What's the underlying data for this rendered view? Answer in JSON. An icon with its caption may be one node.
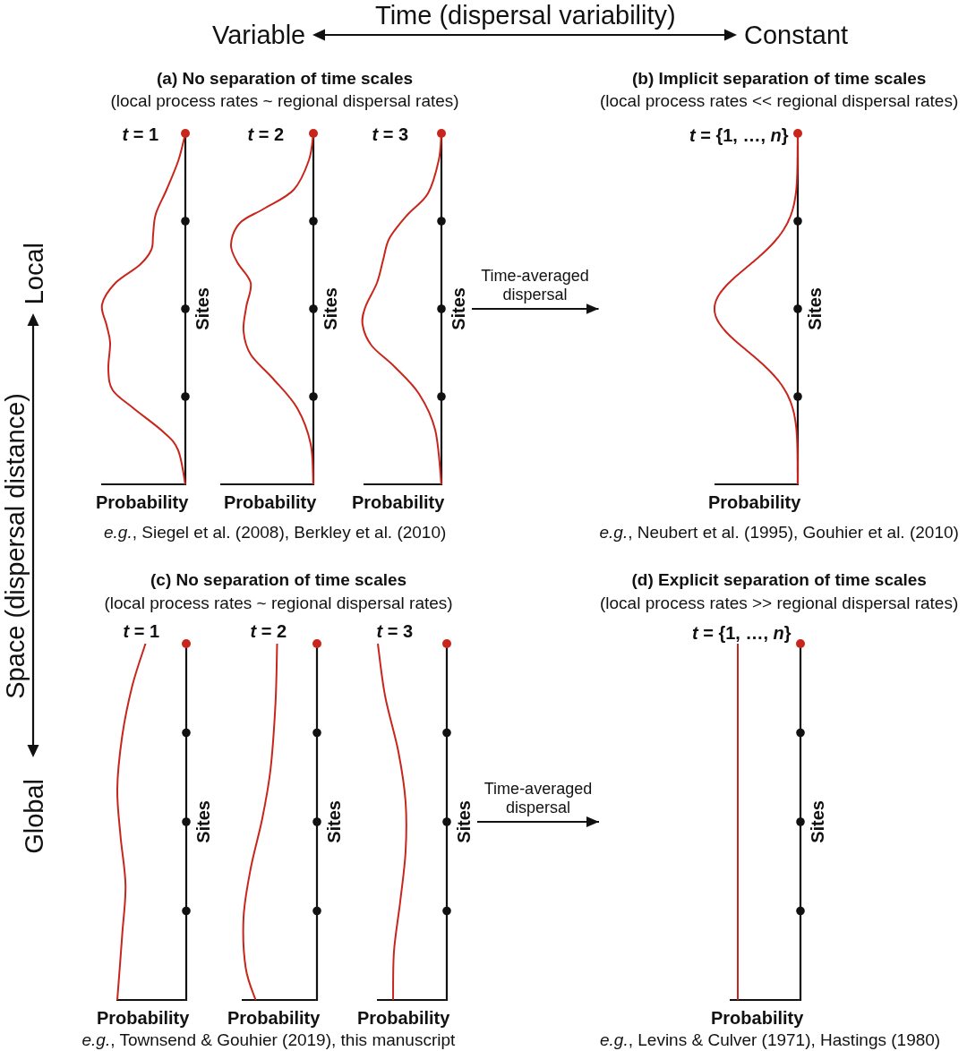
{
  "diagram": {
    "nodes": [
      {
        "text": [
          "(a) No separation of time scales",
          "(local process rates ~ regional dispersal rates)",
          "*e.g.*, Siegel et al. (2008), Berkley et al. (2010)"
        ]
      },
      {
        "text": [
          "*t* = 1",
          "Sites",
          "Probability"
        ],
        "in": 0
      },
      {
        "text": [
          "*t* = 2",
          "Sites",
          "Probability"
        ],
        "in": 0
      },
      {
        "text": [
          "*t* = 3",
          "Sites",
          "Probability"
        ],
        "in": 0
      },
      {
        "text": [
          "(b) Implicit separation of time scales",
          "(local process rates << regional dispersal rates)",
          "*e.g.*, Neubert et al. (1995), Gouhier et al. (2010)"
        ]
      },
      {
        "text": [
          "*t* = {1, …, *n*}",
          "Sites",
          "Probability"
        ],
        "in": 4
      },
      {
        "text": [
          "(c) No separation of time scales",
          "(local process rates ~ regional dispersal rates)",
          "*e.g.*, Townsend & Gouhier (2019), this manuscript"
        ]
      },
      {
        "text": [
          "*t* = 1",
          "Sites",
          "Probability"
        ],
        "in": 6
      },
      {
        "text": [
          "*t* = 2",
          "Sites",
          "Probability"
        ],
        "in": 6
      },
      {
        "text": [
          "*t* = 3",
          "Sites",
          "Probability"
        ],
        "in": 6
      },
      {
        "text": [
          "(d) Explicit separation of time scales",
          "(local process rates >> regional dispersal rates)",
          "*e.g.*, Levins & Culver (1971), Hastings (1980)"
        ]
      },
      {
        "text": [
          "*t* = {1, …, *n*}",
          "Sites",
          "Probability"
        ],
        "in": 10
      }
    ],
    "edges": [
      {
        "from": 0,
        "to": 4,
        "arrow": "to",
        "label": "Time-averaged dispersal"
      },
      {
        "from": 6,
        "to": 10,
        "arrow": "to",
        "label": "Time-averaged dispersal"
      }
    ],
    "labels": [
      "Time (dispersal variability)",
      "Variable",
      "Constant",
      "Local",
      "Space (dispersal distance)",
      "Global"
    ]
  }
}
